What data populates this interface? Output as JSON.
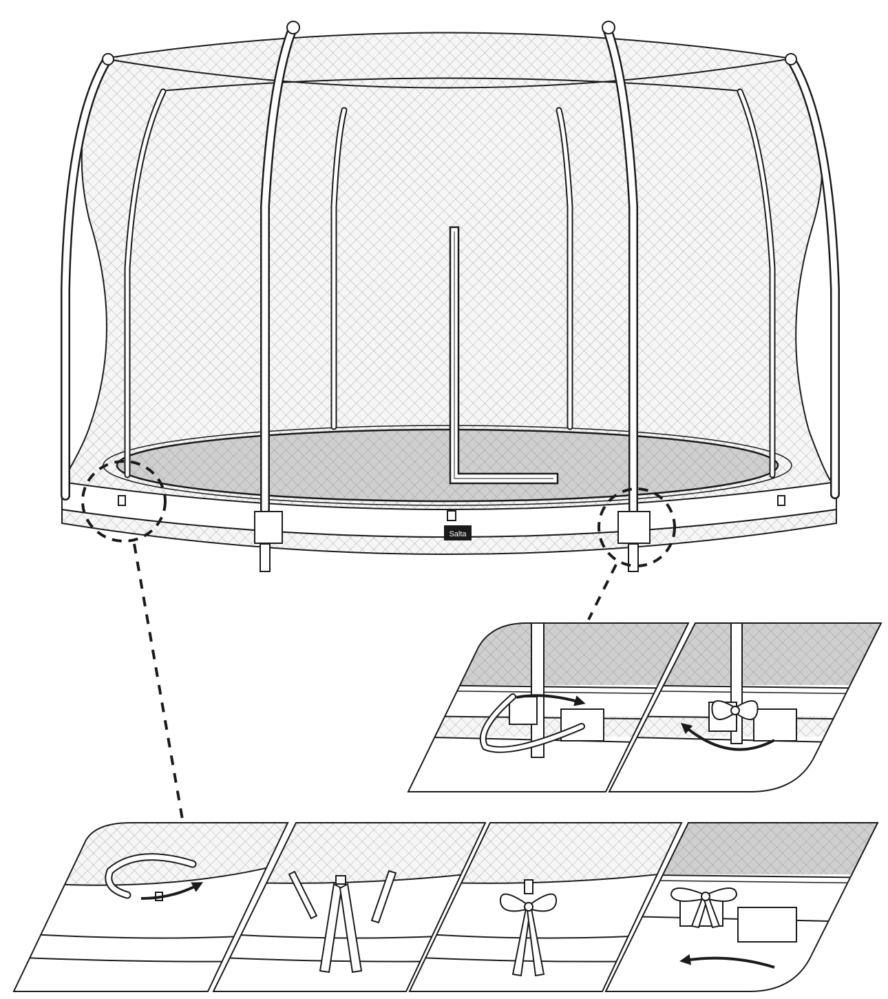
{
  "brand": {
    "logo_text": "Salta",
    "logo_bg": "#1a1a1a",
    "logo_fg": "#ffffff"
  },
  "colors": {
    "line": "#1a1a1a",
    "net_fill": "#f4f4f4",
    "mat_fill": "#cfcfcf",
    "paper": "#ffffff"
  },
  "arrow_direction": {
    "panel_top_left": "clockwise",
    "panel_top_right": "counter-clockwise",
    "panel_bottom_1": "right",
    "panel_bottom_4": "left"
  }
}
